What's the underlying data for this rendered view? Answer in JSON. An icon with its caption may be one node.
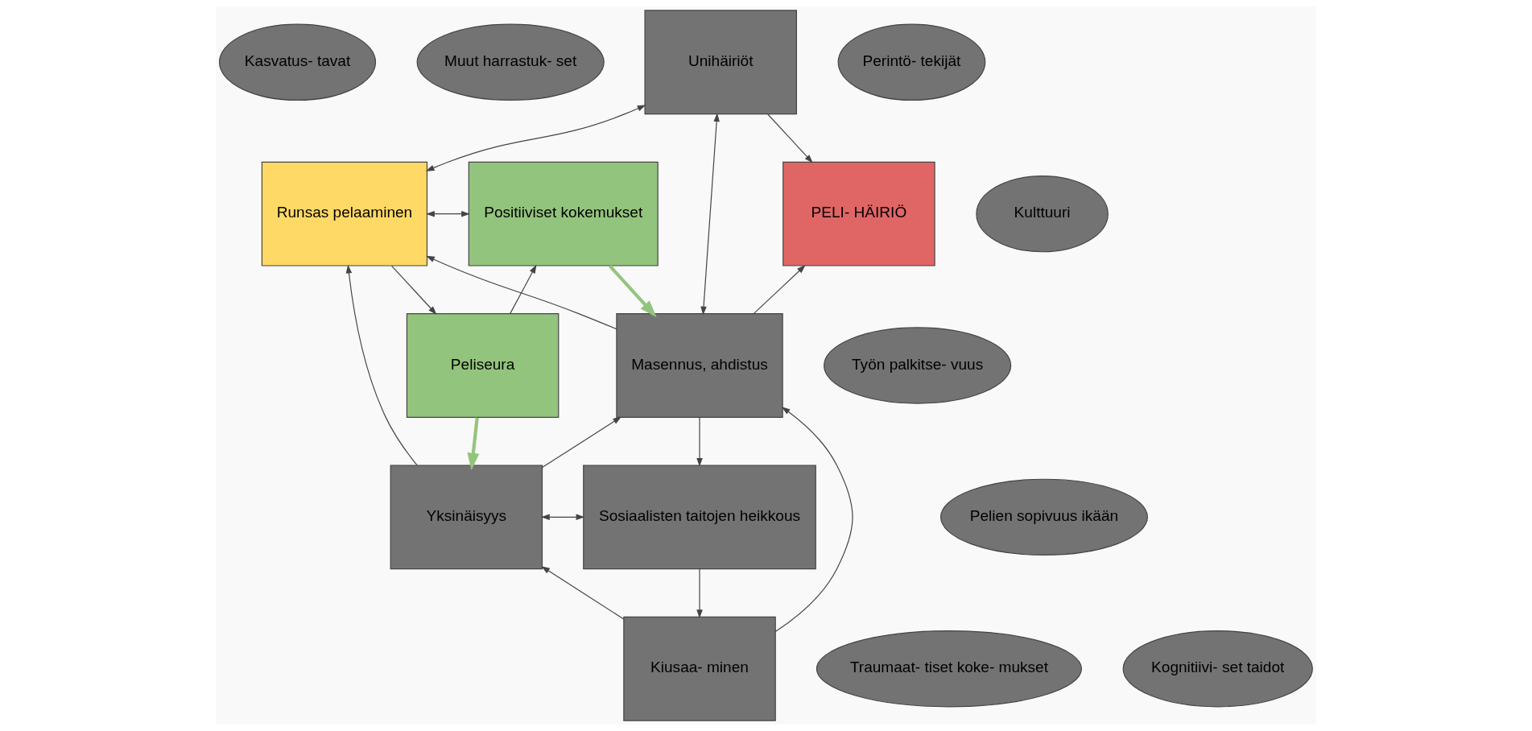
{
  "diagram": {
    "nodes": [
      {
        "text": [
          "Kasvatus- tavat"
        ]
      },
      {
        "text": [
          "Muut harrastuk- set"
        ]
      },
      {
        "text": [
          "Unihäiriöt"
        ]
      },
      {
        "text": [
          "Perintö- tekijät"
        ]
      },
      {
        "text": [
          "Positiiviset kokemukset"
        ]
      },
      {
        "text": [
          "Runsas pelaaminen"
        ]
      },
      {
        "text": [
          "PELI- HÄIRIÖ"
        ]
      },
      {
        "text": [
          "Kulttuuri"
        ]
      },
      {
        "text": [
          "Peliseura"
        ]
      },
      {
        "text": [
          "Masennus, ahdistus"
        ]
      },
      {
        "text": [
          "Työn palkitse- vuus"
        ]
      },
      {
        "text": [
          "Pelien sopivuus ikään"
        ]
      },
      {
        "text": [
          "Yksinäisyys"
        ]
      },
      {
        "text": [
          "Sosiaalisten taitojen heikkous"
        ]
      },
      {
        "text": [
          "Traumaat- tiset koke- mukset"
        ]
      },
      {
        "text": [
          "Kiusaa- minen"
        ]
      },
      {
        "text": [
          "Kognitiivi- set taidot"
        ]
      }
    ],
    "edges": [
      {
        "from": 2,
        "to": 5,
        "arrow": "both"
      },
      {
        "from": 2,
        "to": 6,
        "arrow": "to"
      },
      {
        "from": 2,
        "to": 9,
        "arrow": "both"
      },
      {
        "from": 4,
        "to": 5,
        "arrow": "both"
      },
      {
        "from": 5,
        "to": 8,
        "arrow": "to"
      },
      {
        "from": 8,
        "to": 4,
        "arrow": "to"
      },
      {
        "from": 4,
        "to": 9,
        "arrow": "to",
        "style": "thick",
        "color": "#93c47d"
      },
      {
        "from": 9,
        "to": 5,
        "arrow": "to"
      },
      {
        "from": 12,
        "to": 5,
        "arrow": "to"
      },
      {
        "from": 8,
        "to": 12,
        "arrow": "to",
        "style": "thick",
        "color": "#93c47d"
      },
      {
        "from": 12,
        "to": 9,
        "arrow": "to"
      },
      {
        "from": 9,
        "to": 6,
        "arrow": "to"
      },
      {
        "from": 9,
        "to": 13,
        "arrow": "to"
      },
      {
        "from": 12,
        "to": 13,
        "arrow": "both"
      },
      {
        "from": 13,
        "to": 15,
        "arrow": "to"
      },
      {
        "from": 15,
        "to": 12,
        "arrow": "to"
      },
      {
        "from": 15,
        "to": 9,
        "arrow": "to"
      }
    ]
  }
}
